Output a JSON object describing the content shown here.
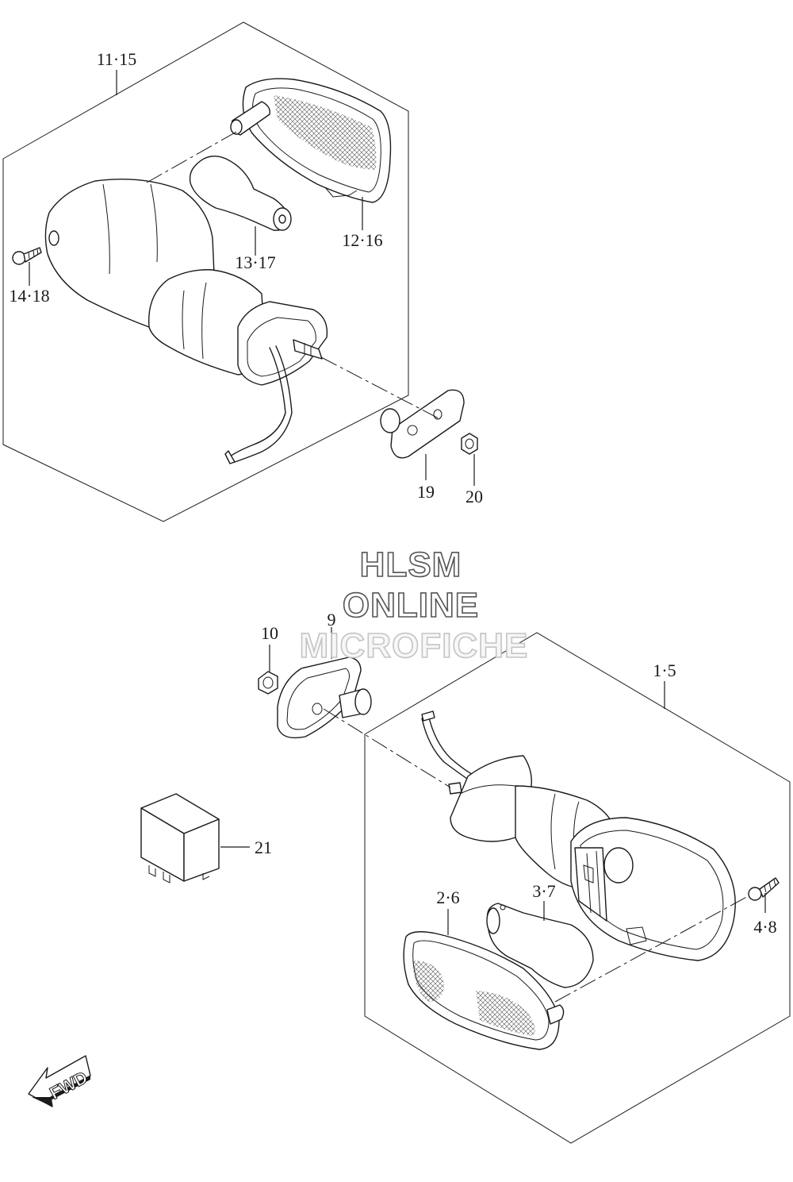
{
  "diagram": {
    "callouts": [
      {
        "id": "c-11-15",
        "text": "11·15"
      },
      {
        "id": "c-12-16",
        "text": "12·16"
      },
      {
        "id": "c-13-17",
        "text": "13·17"
      },
      {
        "id": "c-14-18",
        "text": "14·18"
      },
      {
        "id": "c-19",
        "text": "19"
      },
      {
        "id": "c-20",
        "text": "20"
      },
      {
        "id": "c-10",
        "text": "10"
      },
      {
        "id": "c-9",
        "text": "9"
      },
      {
        "id": "c-1-5",
        "text": "1·5"
      },
      {
        "id": "c-21",
        "text": "21"
      },
      {
        "id": "c-2-6",
        "text": "2·6"
      },
      {
        "id": "c-3-7",
        "text": "3·7"
      },
      {
        "id": "c-4-8",
        "text": "4·8"
      }
    ],
    "watermark": {
      "line1": "HLSM",
      "line2": "ONLINE",
      "line3": "MICROFICHE"
    },
    "direction_label": "FWD"
  }
}
